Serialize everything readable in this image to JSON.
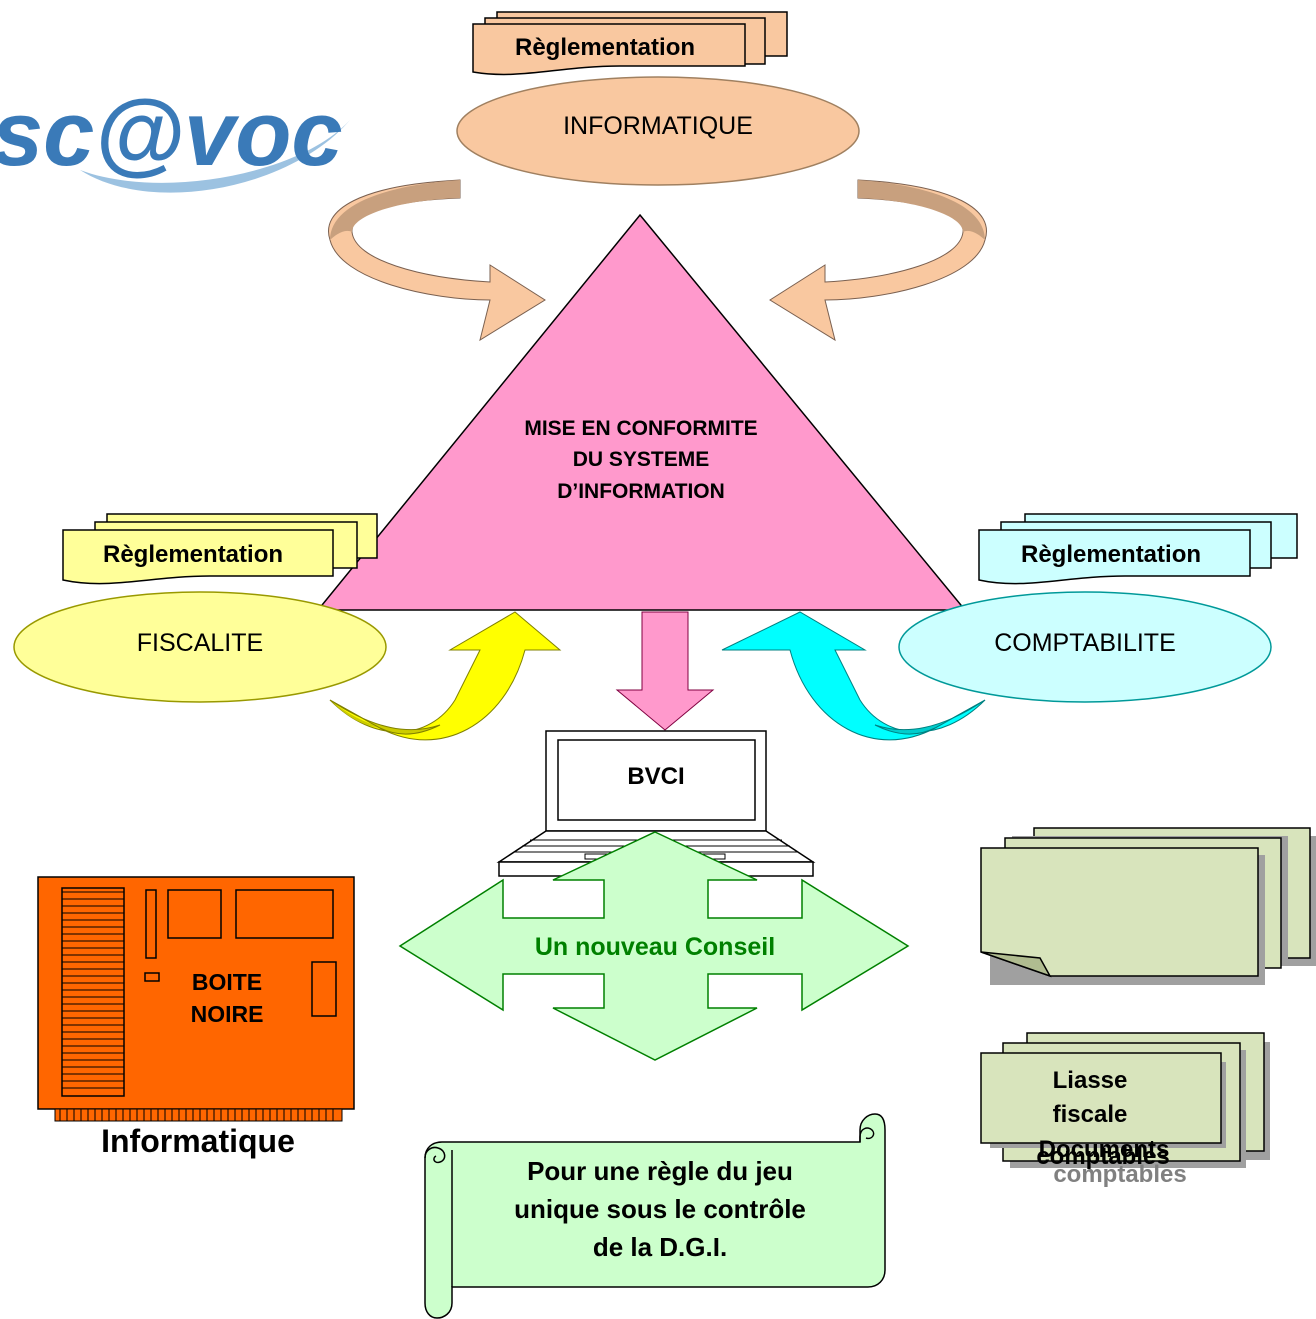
{
  "logo": {
    "text": "sc@voc"
  },
  "informatique": {
    "tag": "Règlementation",
    "label": "INFORMATIQUE",
    "fill": "#f9c8a0",
    "dark": "#c8a07e"
  },
  "fiscalite": {
    "tag": "Règlementation",
    "label": "FISCALITE",
    "fill": "#ffff99",
    "arrow": "#ffff00",
    "dark": "#cccc00"
  },
  "comptabilite": {
    "tag": "Règlementation",
    "label": "COMPTABILITE",
    "fill": "#ccffff",
    "arrow": "#00ffff",
    "dark": "#00cccc"
  },
  "triangle": {
    "line1": "MISE EN CONFORMITE",
    "line2": "DU SYSTEME",
    "line3": "D’INFORMATION",
    "fill": "#ff99cc"
  },
  "laptop": {
    "label": "BVCI"
  },
  "boite_noire": {
    "line1": "BOITE",
    "line2": "NOIRE",
    "caption": "Informatique",
    "fill": "#ff6600"
  },
  "conseil": {
    "label": "Un nouveau Conseil",
    "fill": "#ccffcc",
    "text_color": "#008000"
  },
  "scroll": {
    "line1": "Pour une règle du jeu",
    "line2": "unique sous le contrôle",
    "line3": "de la D.G.I.",
    "fill": "#ccffcc"
  },
  "documents": {
    "line1": "Liasse",
    "line2": "fiscale",
    "line3": "Documents",
    "line4": "comptables",
    "fill": "#d8e4bc"
  }
}
